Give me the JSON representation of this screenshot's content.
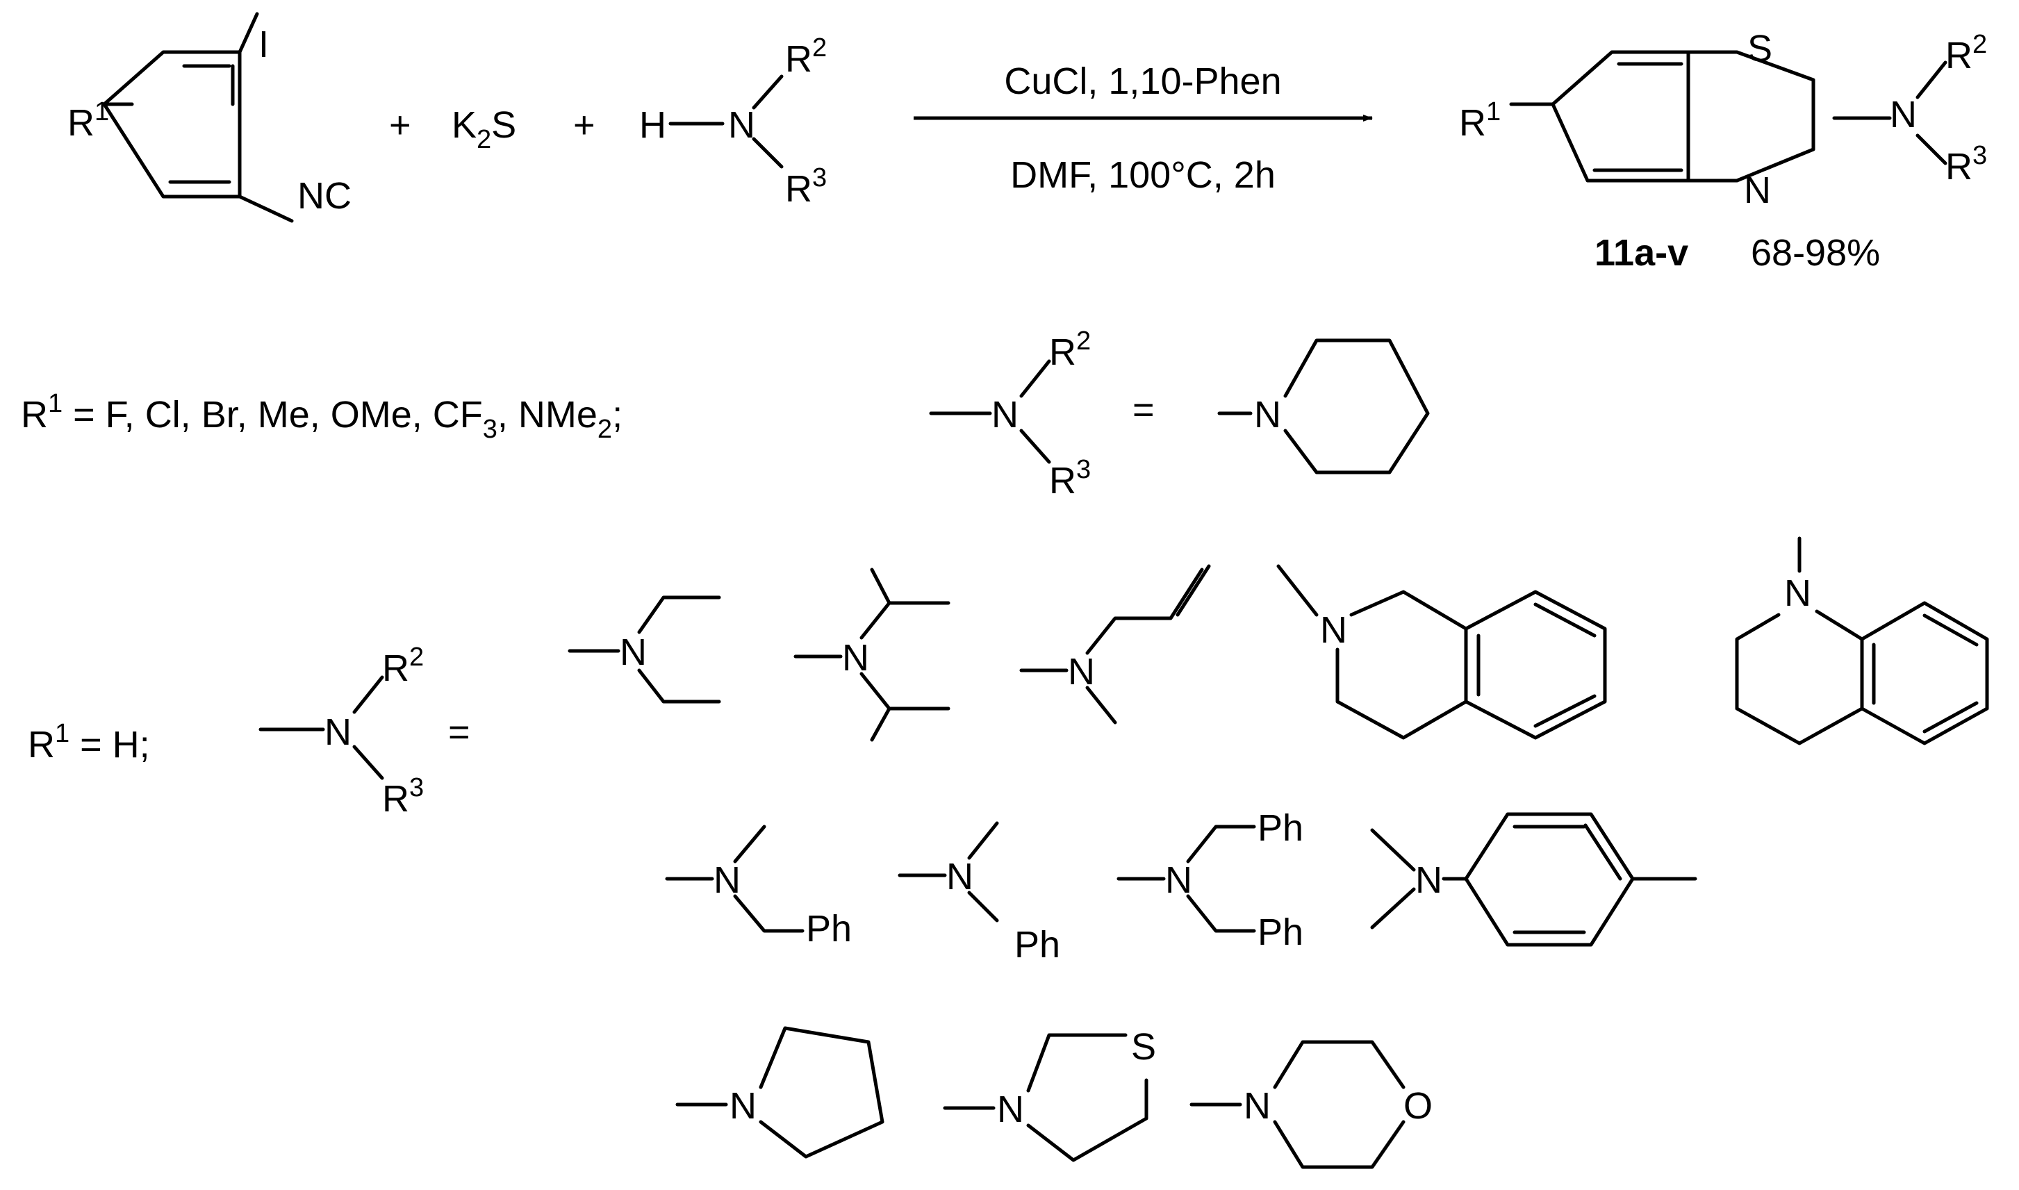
{
  "reaction": {
    "plus": "+",
    "iodo": "I",
    "isocyanide": "NC",
    "r": "R",
    "sup1": "1",
    "sup2": "2",
    "sup3": "3",
    "k": "K",
    "sub2": "2",
    "s": "S",
    "h": "H",
    "n": "N",
    "conditions_top": "CuCl, 1,10-Phen",
    "conditions_bottom": "DMF, 100°C, 2h",
    "product_id": "11a-v",
    "product_yield": "68-98%"
  },
  "scope": {
    "row1_r1_list": " = F, Cl, Br, Me, OMe, CF",
    "sub3": "3",
    "row1_mid": ", NMe",
    "sub2": "2",
    "semicolon": ";",
    "equals": "=",
    "row2_r1_value": " = H;",
    "ph": "Ph",
    "o": "O",
    "s": "S"
  }
}
